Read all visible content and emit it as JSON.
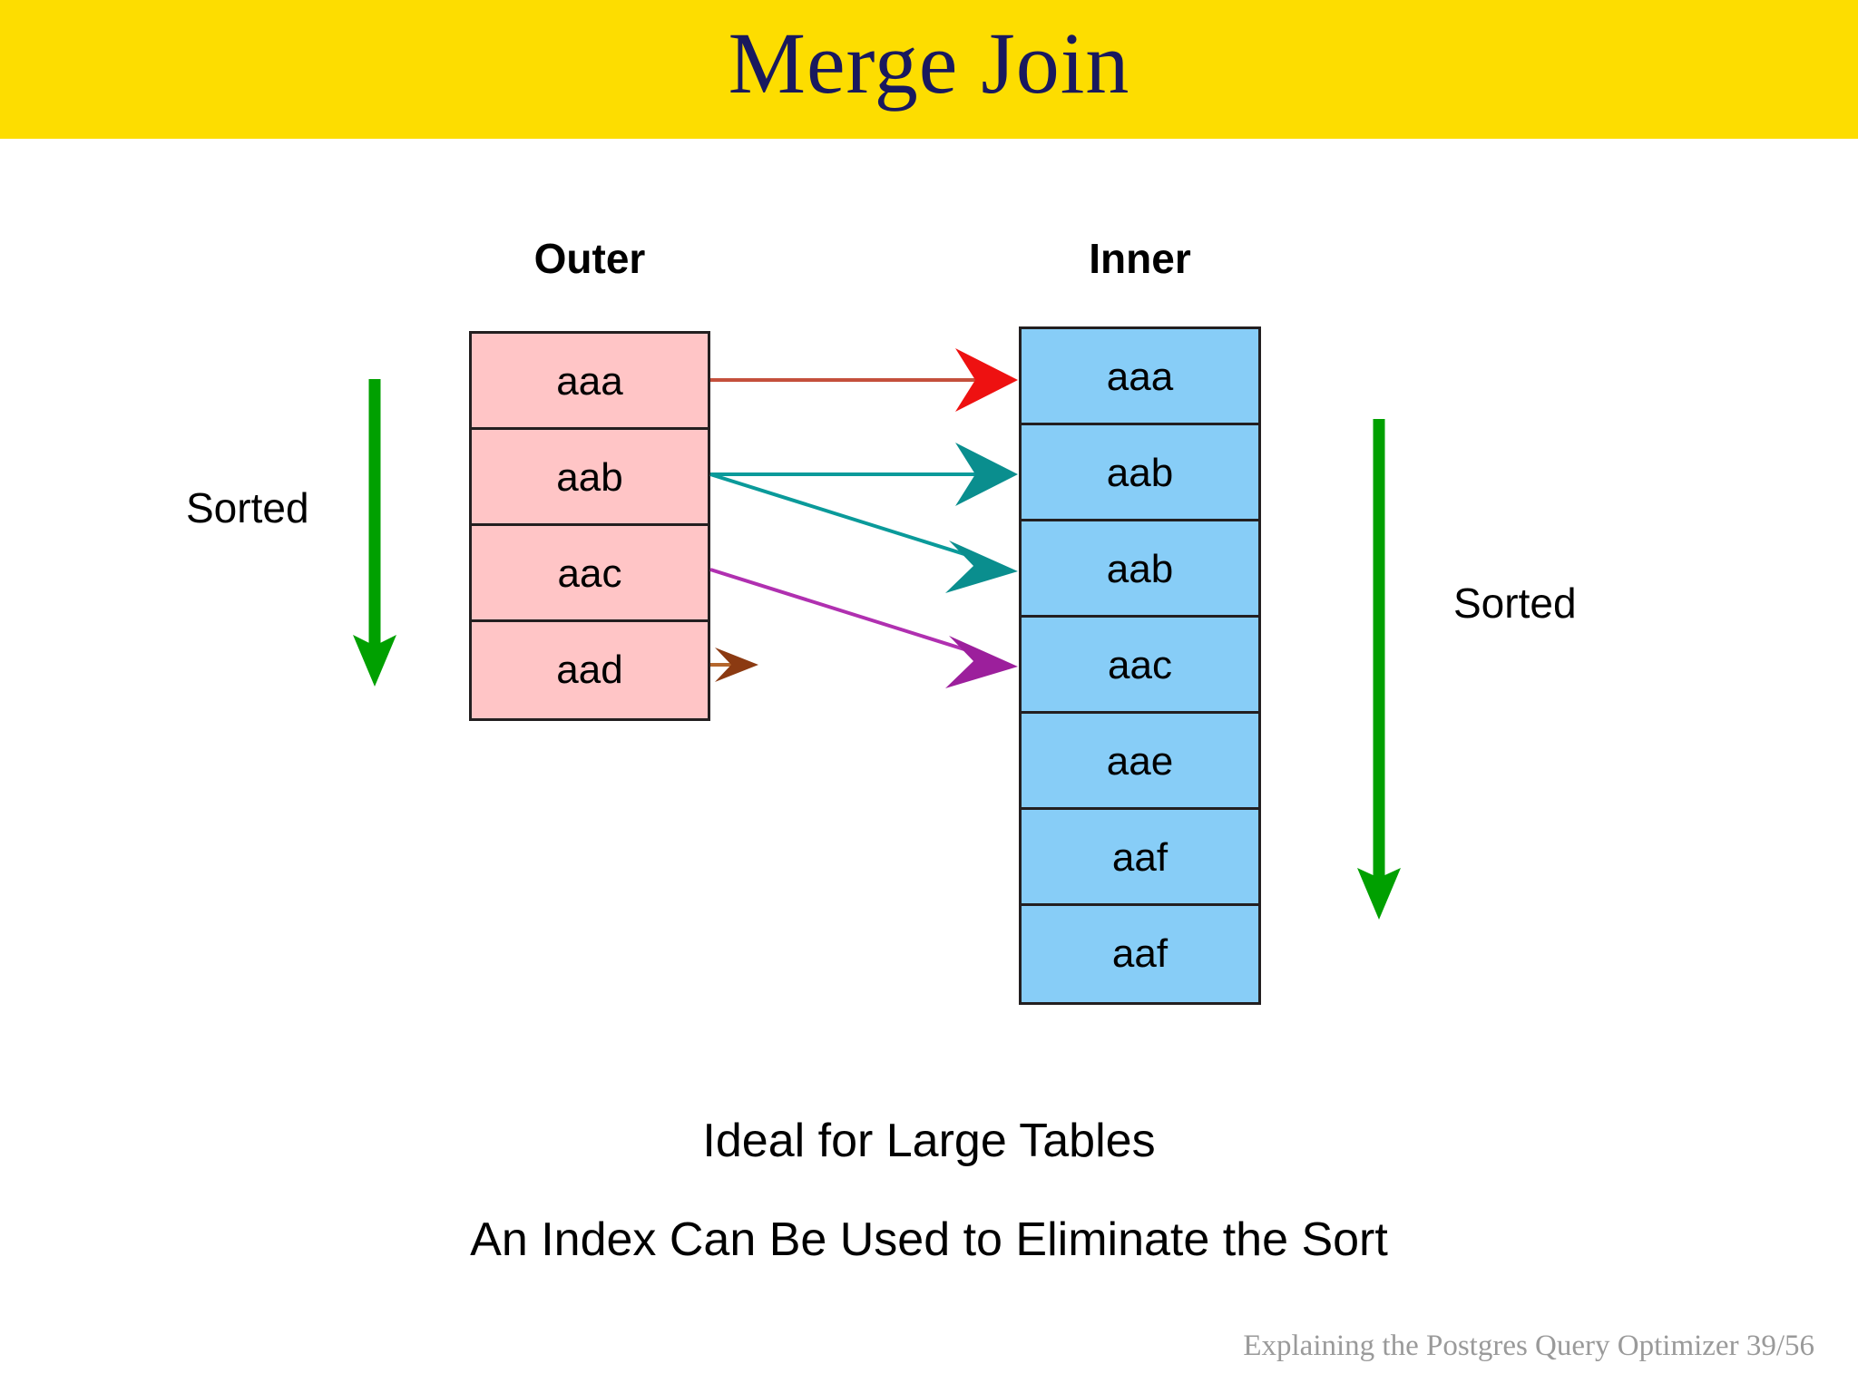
{
  "slide": {
    "title": "Merge Join",
    "banner_color": "#fddd00",
    "title_color": "#19195e",
    "background": "#ffffff"
  },
  "diagram": {
    "outer": {
      "header": "Outer",
      "fill_color": "#ffc5c6",
      "rows": [
        "aaa",
        "aab",
        "aac",
        "aad"
      ]
    },
    "inner": {
      "header": "Inner",
      "fill_color": "#87cdf7",
      "rows": [
        "aaa",
        "aab",
        "aab",
        "aac",
        "aae",
        "aaf",
        "aaf"
      ]
    },
    "sorted_left_label": "Sorted",
    "sorted_right_label": "Sorted",
    "sort_arrow_color": "#00a000",
    "match_arrows": [
      {
        "name": "aaa-to-aaa",
        "from_row": "aaa",
        "to_row": "aaa",
        "color": "#e02020",
        "line_color": "#c4503c"
      },
      {
        "name": "aab-to-aab1",
        "from_row": "aab",
        "to_row": "aab",
        "color": "#0a8e8e",
        "line_color": "#0a9a9a"
      },
      {
        "name": "aab-to-aab2",
        "from_row": "aab",
        "to_row": "aab",
        "color": "#0a8e8e",
        "line_color": "#0a9a9a"
      },
      {
        "name": "aac-to-aac",
        "from_row": "aac",
        "to_row": "aac",
        "color": "#9c1f9c",
        "line_color": "#b030b0"
      },
      {
        "name": "aad-stub",
        "from_row": "aad",
        "to_row": "",
        "color": "#8b3a12",
        "line_color": "#b4662c"
      }
    ]
  },
  "captions": {
    "line_1": "Ideal for Large Tables",
    "line_2": "An Index Can Be Used to Eliminate the Sort"
  },
  "footer": {
    "text": "Explaining the Postgres Query Optimizer  39/56"
  }
}
